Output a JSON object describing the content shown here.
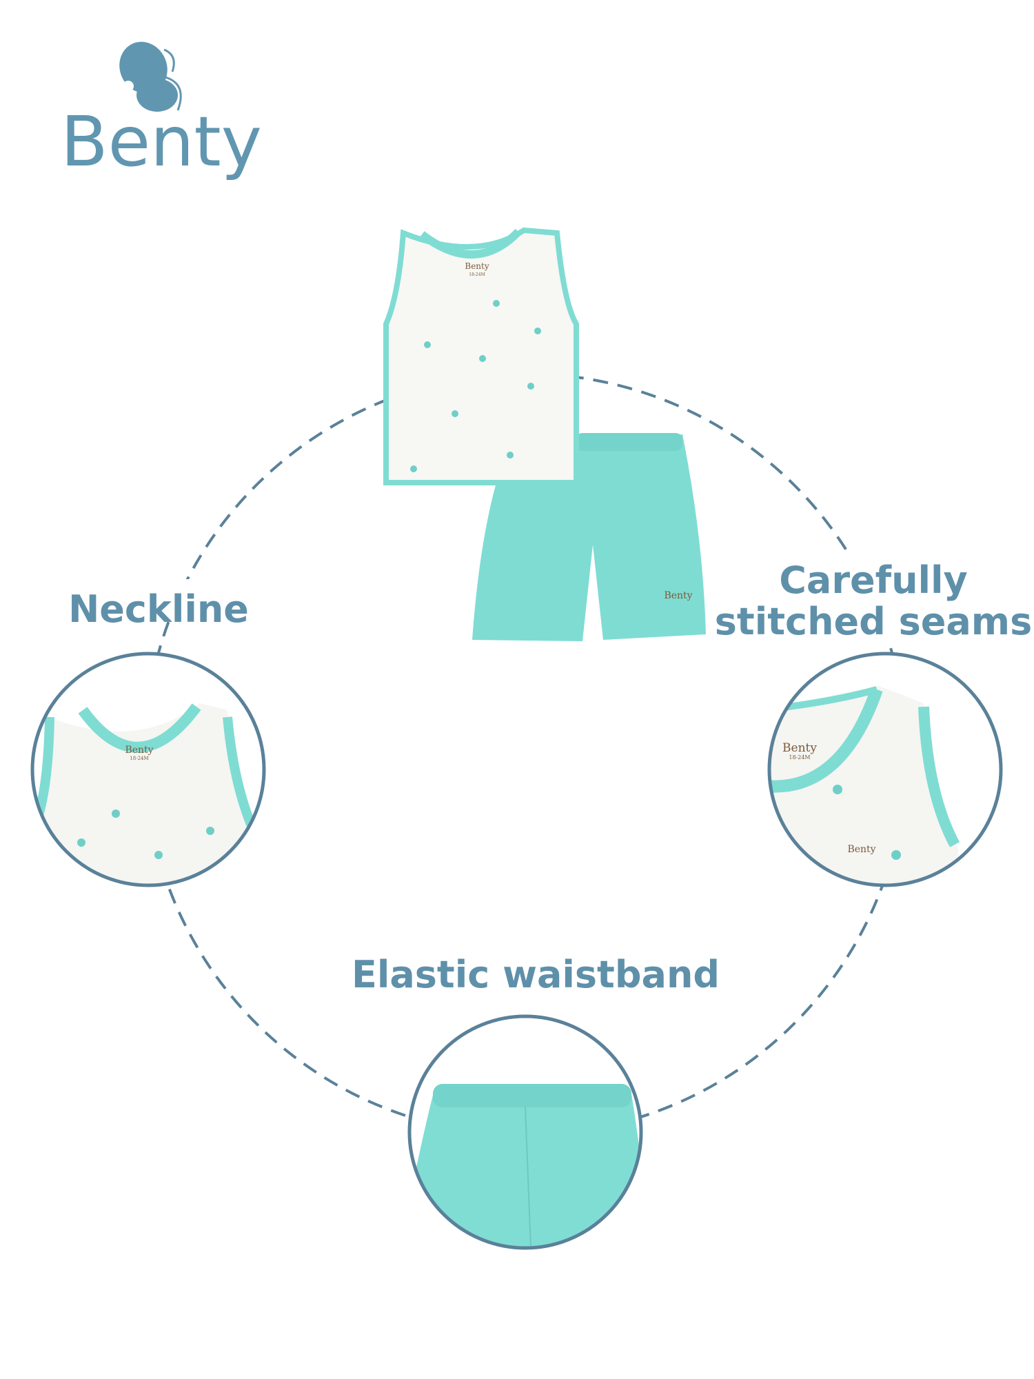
{
  "brand": {
    "name": "Benty",
    "color": "#6196b0"
  },
  "labels": {
    "neckline": "Neckline",
    "seams_line1": "Carefully",
    "seams_line2": "stitched seams",
    "waistband": "Elastic waistband"
  },
  "garment_print": {
    "brand": "Benty",
    "size": "18-24M"
  },
  "colors": {
    "accent_text": "#5f90aa",
    "circle_stroke": "#5a8199",
    "garment_mint": "#7fdcd3",
    "garment_white": "#f7f7f4"
  }
}
